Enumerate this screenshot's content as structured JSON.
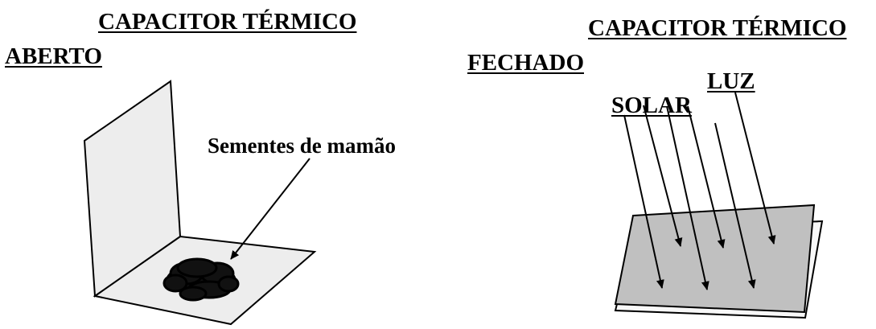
{
  "left": {
    "title_line1": "CAPACITOR TÉRMICO",
    "title_line2": "ABERTO",
    "seeds_label": "Sementes de mamão"
  },
  "right": {
    "title_line1": "CAPACITOR TÉRMICO",
    "title_line2": "FECHADO",
    "sunlight_word1": "SOLAR",
    "sunlight_word2": "LUZ"
  },
  "colors": {
    "open_panel_fill": "#ededed",
    "closed_top_fill": "#c0c0c0",
    "closed_bottom_fill": "#f8f8f8",
    "ink": "#000000"
  }
}
